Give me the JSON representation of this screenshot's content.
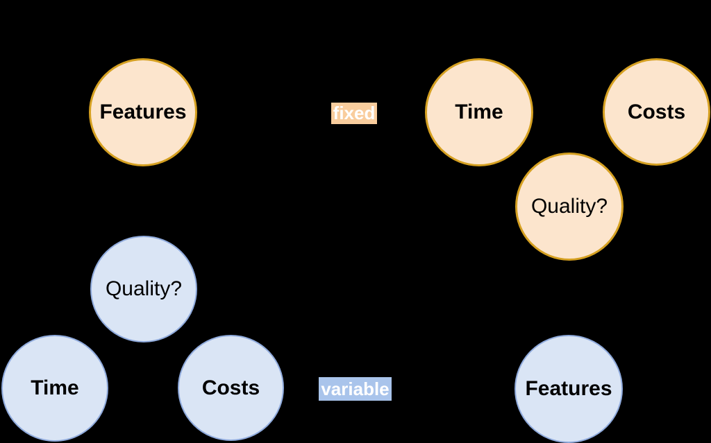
{
  "diagram": {
    "fixed_group": {
      "badge_label": "fixed",
      "circles": {
        "features": "Features",
        "time": "Time",
        "costs": "Costs",
        "quality": "Quality?"
      }
    },
    "variable_group": {
      "badge_label": "variable",
      "circles": {
        "quality": "Quality?",
        "time": "Time",
        "costs": "Costs",
        "features": "Features"
      }
    },
    "colors": {
      "background": "#000000",
      "fixed_circle_fill": "#FCE5CD",
      "fixed_circle_border": "#D5A021",
      "fixed_badge_bg": "#F9CD9D",
      "variable_circle_fill": "#DAE5F5",
      "variable_circle_border": "#8FAADC",
      "variable_badge_bg": "#A9C4EB",
      "badge_text": "#FFFFFF",
      "circle_text": "#000000"
    }
  }
}
